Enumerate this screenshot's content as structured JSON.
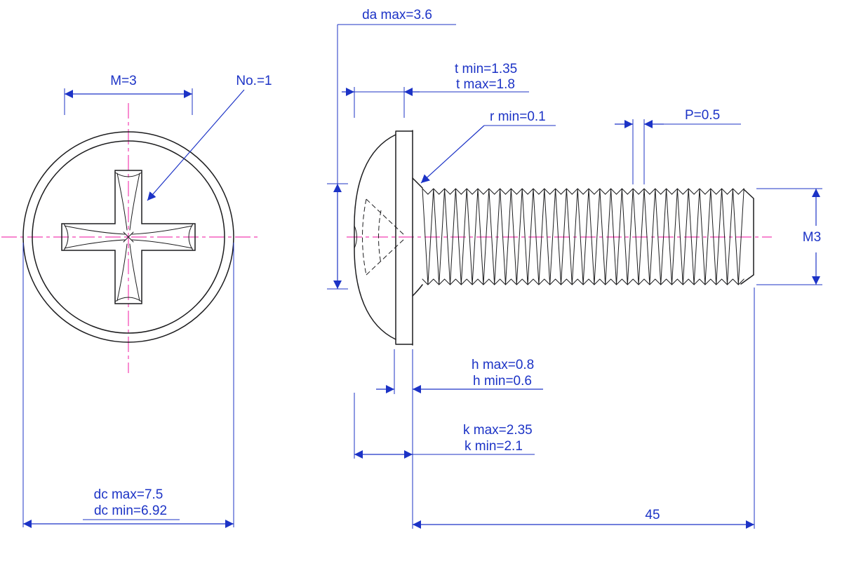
{
  "colors": {
    "dimension": "#1c33c6",
    "centerline": "#f23fb2",
    "geometry": "#1c1c1e",
    "background": "#ffffff"
  },
  "labels": {
    "da_max": "da max=3.6",
    "m": "M=3",
    "no": "No.=1",
    "t_min": "t min=1.35",
    "t_max": "t max=1.8",
    "r_min": "r min=0.1",
    "p": "P=0.5",
    "m3": "M3",
    "h_max": "h max=0.8",
    "h_min": "h min=0.6",
    "k_max": "k max=2.35",
    "k_min": "k min=2.1",
    "dc_max": "dc max=7.5",
    "dc_min": "dc min=6.92",
    "length": "45"
  }
}
